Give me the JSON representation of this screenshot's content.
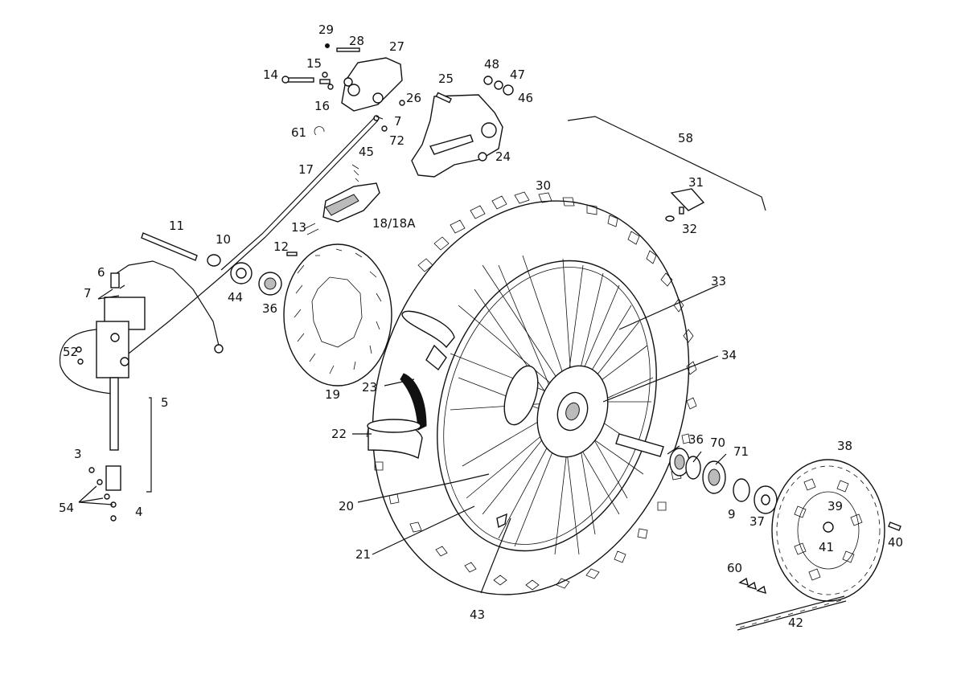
{
  "diagram": {
    "labels": {
      "l29": "29",
      "l28": "28",
      "l27": "27",
      "l15": "15",
      "l14": "14",
      "l16": "16",
      "l26": "26",
      "l7a": "7",
      "l72": "72",
      "l61": "61",
      "l25": "25",
      "l48": "48",
      "l47": "47",
      "l46": "46",
      "l24": "24",
      "l45": "45",
      "l17": "17",
      "l18": "18/18A",
      "l13": "13",
      "l30": "30",
      "l31": "31",
      "l32": "32",
      "l58": "58",
      "l11": "11",
      "l10": "10",
      "l12": "12",
      "l6": "6",
      "l7b": "7",
      "l44": "44",
      "l36a": "36",
      "l52": "52",
      "l19": "19",
      "l33": "33",
      "l34": "34",
      "l23": "23",
      "l5": "5",
      "l22": "22",
      "l3": "3",
      "l54": "54",
      "l4": "4",
      "l36b": "36",
      "l70": "70",
      "l71": "71",
      "l38": "38",
      "l20": "20",
      "l9": "9",
      "l37": "37",
      "l39": "39",
      "l41": "41",
      "l40": "40",
      "l21": "21",
      "l60": "60",
      "l43": "43",
      "l42": "42"
    }
  }
}
